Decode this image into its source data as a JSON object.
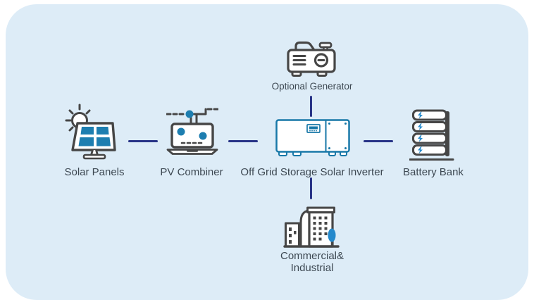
{
  "theme": {
    "page_bg": "#ffffff",
    "card_bg": "#ddecf7",
    "connector_color": "#283487",
    "icon_stroke": "#464646",
    "accent_blue": "#1d7eb0",
    "bolt_blue": "#2489cc",
    "inverter_stroke": "#1878a8",
    "label_color": "#3d4852"
  },
  "diagram": {
    "nodes": {
      "generator": {
        "label": "Optional Generator"
      },
      "solar": {
        "label": "Solar Panels"
      },
      "combiner": {
        "label": "PV Combiner"
      },
      "inverter": {
        "label": "Off Grid Storage Solar Inverter"
      },
      "battery": {
        "label": "Battery Bank"
      },
      "load": {
        "label_line1": "Commercial&",
        "label_line2": "Industrial"
      }
    }
  }
}
